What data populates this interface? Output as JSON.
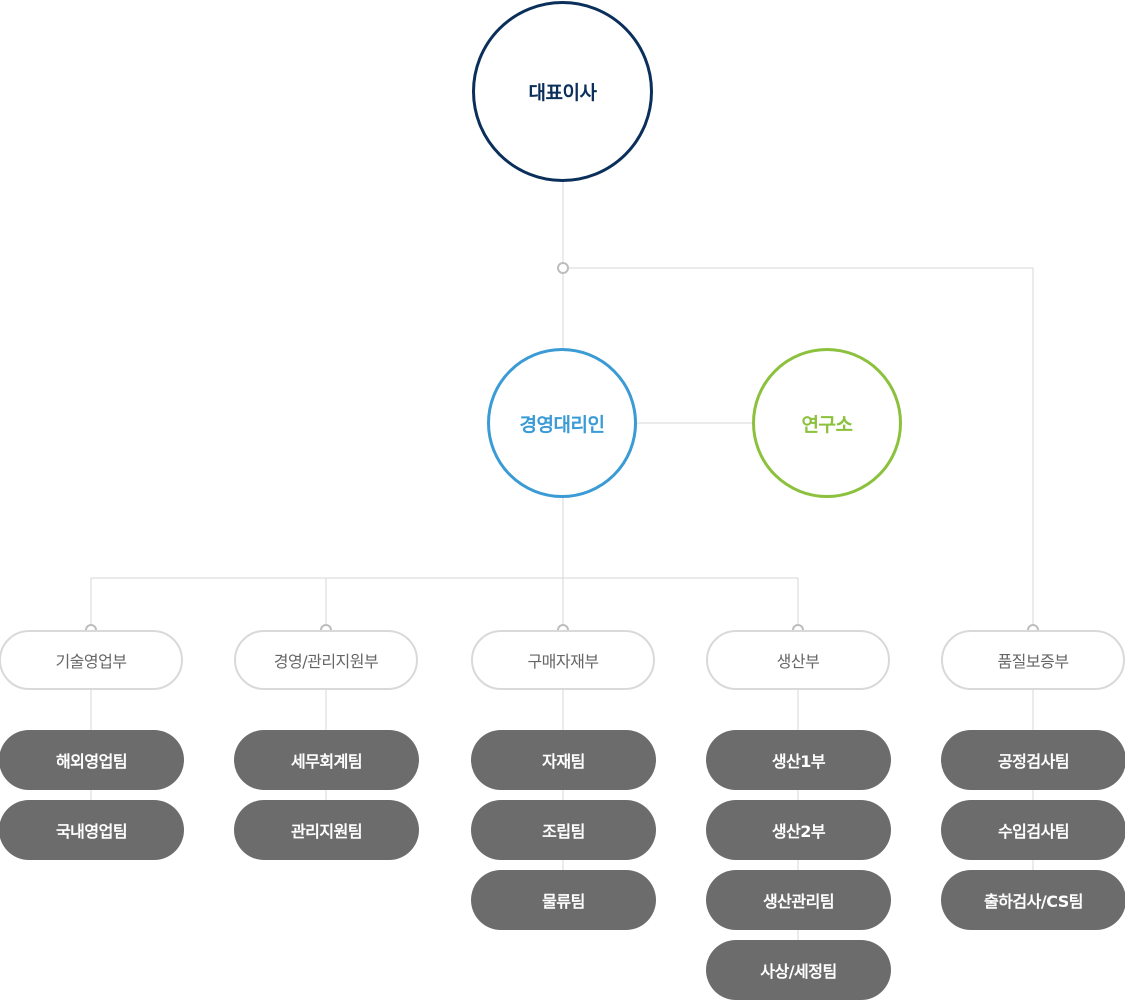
{
  "top": {
    "ceo": "대표이사"
  },
  "middle": {
    "agent": "경영대리인",
    "lab": "연구소"
  },
  "departments": [
    {
      "name": "기술영업부",
      "teams": [
        "해외영업팀",
        "국내영업팀"
      ]
    },
    {
      "name": "경영/관리지원부",
      "teams": [
        "세무회계팀",
        "관리지원팀"
      ]
    },
    {
      "name": "구매자재부",
      "teams": [
        "자재팀",
        "조립팀",
        "물류팀"
      ]
    },
    {
      "name": "생산부",
      "teams": [
        "생산1부",
        "생산2부",
        "생산관리팀",
        "사상/세정팀"
      ]
    },
    {
      "name": "품질보증부",
      "teams": [
        "공정검사팀",
        "수입검사팀",
        "출하검사/CS팀"
      ]
    }
  ],
  "colors": {
    "ceo": "#0b2f5b",
    "agent": "#3a9bd5",
    "lab": "#8cc13d",
    "team_fill": "#6c6c6c",
    "connector": "#d7d7d7"
  }
}
